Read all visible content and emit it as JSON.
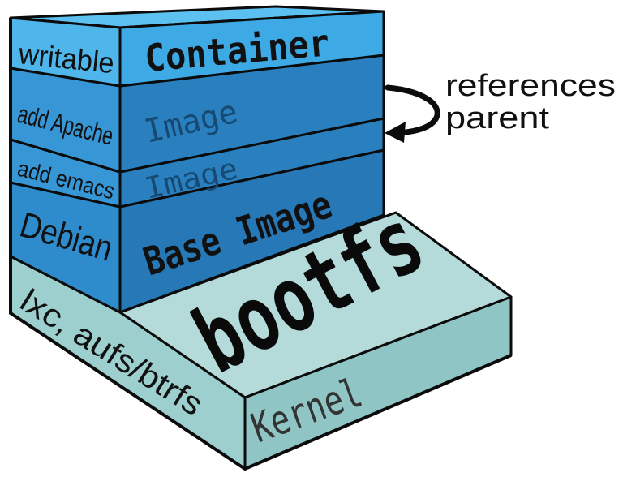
{
  "layers": [
    {
      "id": "container",
      "side_label": "writable",
      "front_label": "Container"
    },
    {
      "id": "apache",
      "side_label": "add Apache",
      "front_label": "Image"
    },
    {
      "id": "emacs",
      "side_label": "add emacs",
      "front_label": "Image"
    },
    {
      "id": "debian",
      "side_label": "Debian",
      "front_label": "Base Image"
    },
    {
      "id": "kernel",
      "side_label": "lxc, aufs/btrfs",
      "front_label": "Kernel",
      "top_label": "bootfs"
    }
  ],
  "annotation": {
    "line1": "references",
    "line2": "parent"
  },
  "colors": {
    "container_front": "#3daae6",
    "container_side": "#4fb6ec",
    "container_top": "#5cc0f0",
    "image_front": "#2a80be",
    "image_side": "#3696d6",
    "base_front": "#2678b6",
    "base_side": "#2e8ccc",
    "kernel_front": "#8fc5c5",
    "kernel_side": "#9dcfcf",
    "kernel_top": "#b4dada",
    "outline": "#0b0b0b"
  }
}
